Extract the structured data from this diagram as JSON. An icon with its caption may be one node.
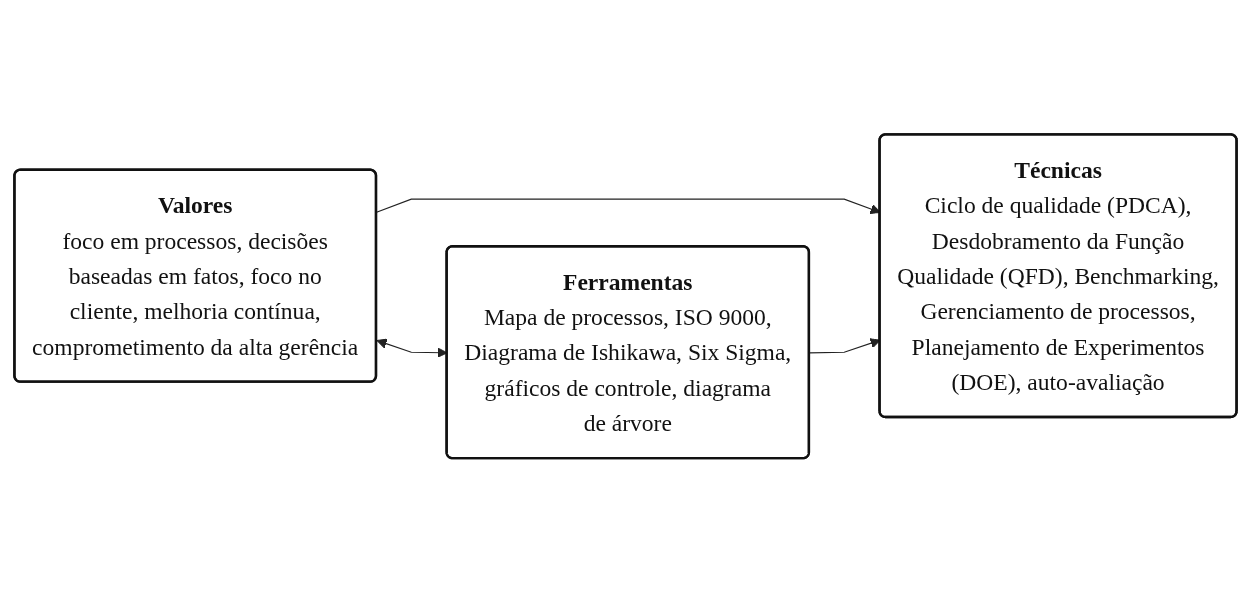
{
  "diagram": {
    "nodes": [
      {
        "text": [
          "Valores",
          "foco em processos, decisões baseadas em fatos, foco no cliente, melhoria contínua, comprometimento da alta gerência"
        ]
      },
      {
        "text": [
          "Ferramentas",
          "Mapa de processos, ISO 9000, Diagrama de Ishikawa, Six Sigma, gráficos de controle, diagrama de árvore"
        ]
      },
      {
        "text": [
          "Técnicas",
          "Ciclo de qualidade (PDCA), Desdobramento da Função Qualidade (QFD), Benchmarking, Gerenciamento de processos, Planejamento de Experimentos (DOE), auto-avaliação"
        ]
      }
    ],
    "edges": [
      {
        "from": 0,
        "to": 1,
        "arrow": "both"
      },
      {
        "from": 0,
        "to": 2,
        "arrow": "to"
      },
      {
        "from": 1,
        "to": 2,
        "arrow": "to"
      }
    ]
  }
}
